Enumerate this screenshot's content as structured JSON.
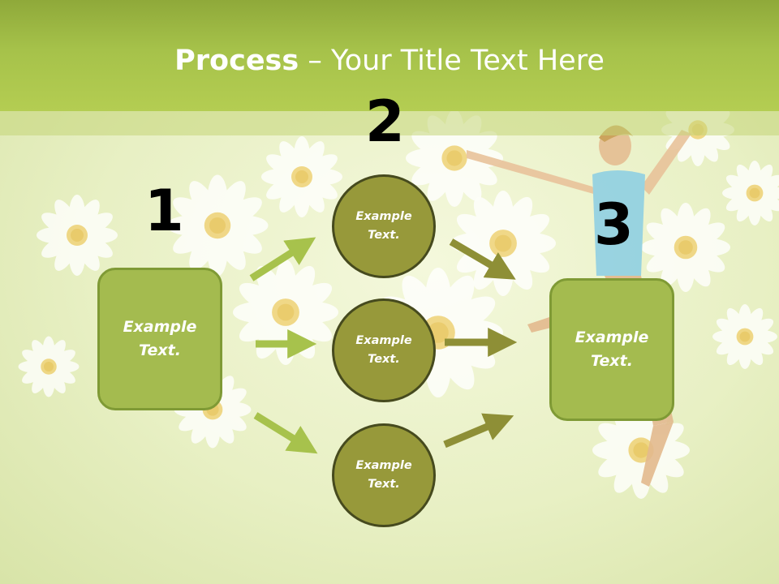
{
  "title": {
    "bold": "Process",
    "rest": " – Your Title Text Here"
  },
  "steps": {
    "one": {
      "number": "1",
      "label": "Example\nText."
    },
    "two": {
      "number": "2",
      "circles": [
        {
          "label": "Example\nText."
        },
        {
          "label": "Example\nText."
        },
        {
          "label": "Example\nText."
        }
      ]
    },
    "three": {
      "number": "3",
      "label": "Example\nText."
    }
  },
  "colors": {
    "header": "#a6c24a",
    "box_fill": "#a4bb4f",
    "circle_fill": "#97993a",
    "arrow_light": "#a7c24c",
    "arrow_dark": "#8e8f36"
  }
}
